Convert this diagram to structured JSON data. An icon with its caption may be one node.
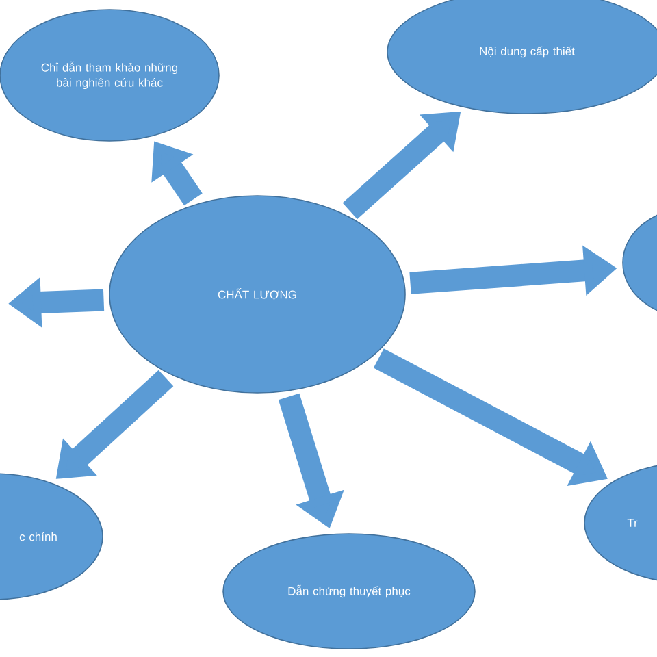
{
  "diagram": {
    "nodes": [
      {
        "text": [
          "CHẤT LƯỢNG"
        ]
      },
      {
        "text": [
          "Chỉ dẫn tham khảo những bài nghiên cứu khác"
        ]
      },
      {
        "text": [
          "Nội dung cấp thiết"
        ]
      },
      {
        "text": [],
        "shape": "ellipse"
      },
      {
        "text": [
          "Tr"
        ]
      },
      {
        "text": [
          "Dẫn chứng thuyết phục"
        ]
      },
      {
        "text": [
          "c chính"
        ]
      }
    ],
    "edges": [
      {
        "from": 0,
        "to": 1,
        "arrow": "to"
      },
      {
        "from": 0,
        "to": 2,
        "arrow": "to"
      },
      {
        "from": 0,
        "to": 3,
        "arrow": "to"
      },
      {
        "from": 0,
        "to": 4,
        "arrow": "to"
      },
      {
        "from": 0,
        "to": 5,
        "arrow": "to"
      },
      {
        "from": 0,
        "to": 6,
        "arrow": "to"
      },
      {
        "from": 0,
        "to": null,
        "arrow": "to"
      }
    ]
  }
}
